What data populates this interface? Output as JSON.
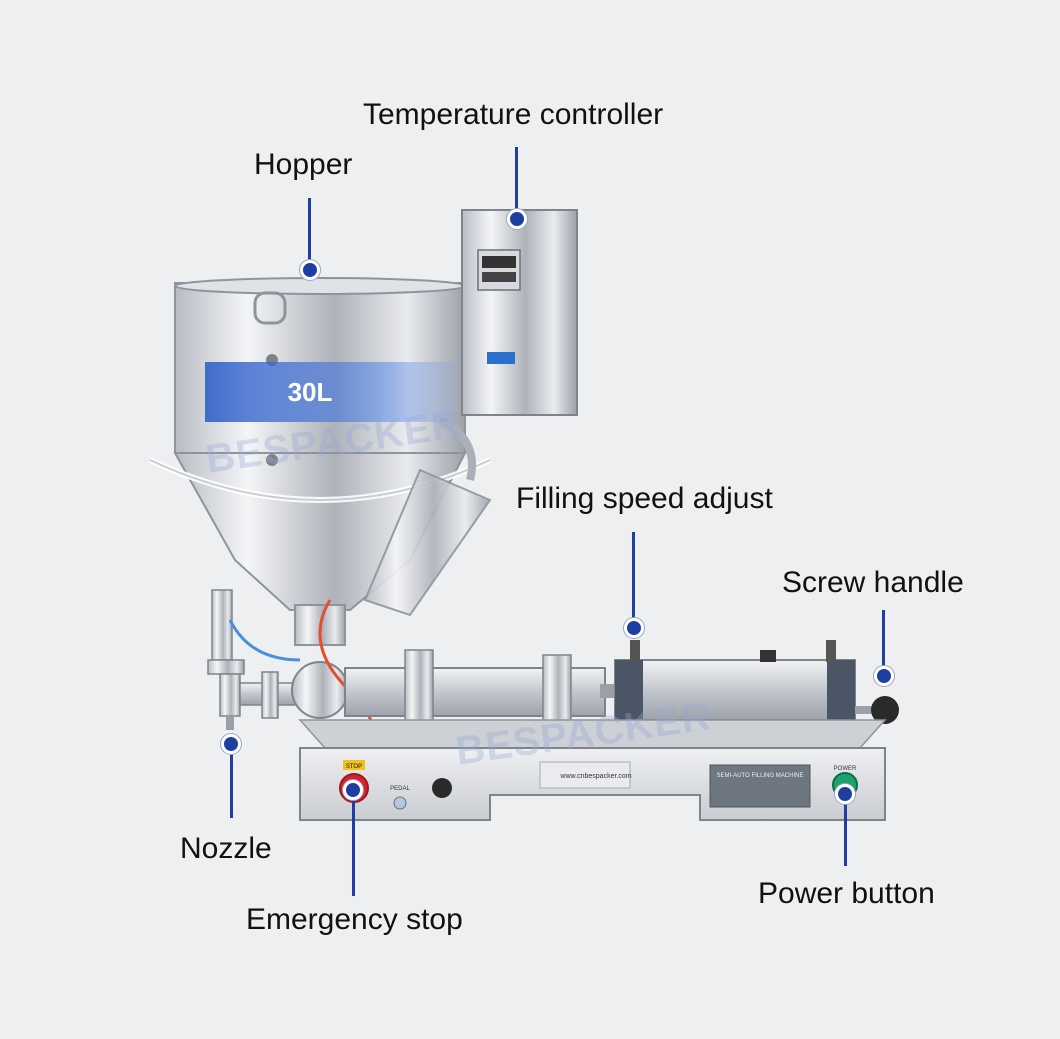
{
  "labels": {
    "hopper": "Hopper",
    "temperature_controller": "Temperature controller",
    "filling_speed_adjust": "Filling speed adjust",
    "screw_handle": "Screw handle",
    "nozzle": "Nozzle",
    "emergency_stop": "Emergency stop",
    "power_button": "Power button"
  },
  "capacity": "30L",
  "watermark": "BESPACKER",
  "panel": {
    "stop_label": "STOP",
    "pedal_label": "PEDAL",
    "website": "www.cnbespacker.com",
    "nameplate_title": "SEMI-AUTO FILLING MACHINE",
    "power_label": "POWER"
  },
  "colors": {
    "background": "#eeeff1",
    "leader": "#1f3fa0",
    "steel_light": "#e4e6ea",
    "steel_dark": "#8f949c",
    "stop_red": "#d8232a",
    "power_green": "#1aa36b"
  }
}
